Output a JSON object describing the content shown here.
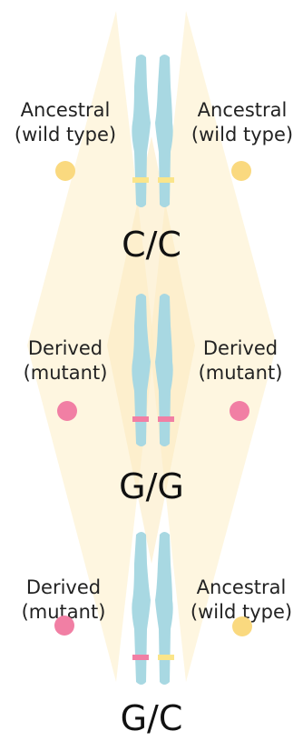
{
  "colors": {
    "ancestral_dot": "#fad97f",
    "derived_dot": "#f17fa4",
    "chromosome": "#a8d8e2",
    "band_ancestral": "#fae58a",
    "band_derived": "#f17fa4",
    "diamond": "#fdf3d5"
  },
  "rows": [
    {
      "left": {
        "line1": "Ancestral",
        "line2": "(wild type)",
        "allele": "ancestral"
      },
      "right": {
        "line1": "Ancestral",
        "line2": "(wild type)",
        "allele": "ancestral"
      },
      "genotype": "C/C"
    },
    {
      "left": {
        "line1": "Derived",
        "line2": "(mutant)",
        "allele": "derived"
      },
      "right": {
        "line1": "Derived",
        "line2": "(mutant)",
        "allele": "derived"
      },
      "genotype": "G/G"
    },
    {
      "left": {
        "line1": "Derived",
        "line2": "(mutant)",
        "allele": "derived"
      },
      "right": {
        "line1": "Ancestral",
        "line2": "(wild type)",
        "allele": "ancestral"
      },
      "genotype": "G/C"
    }
  ]
}
